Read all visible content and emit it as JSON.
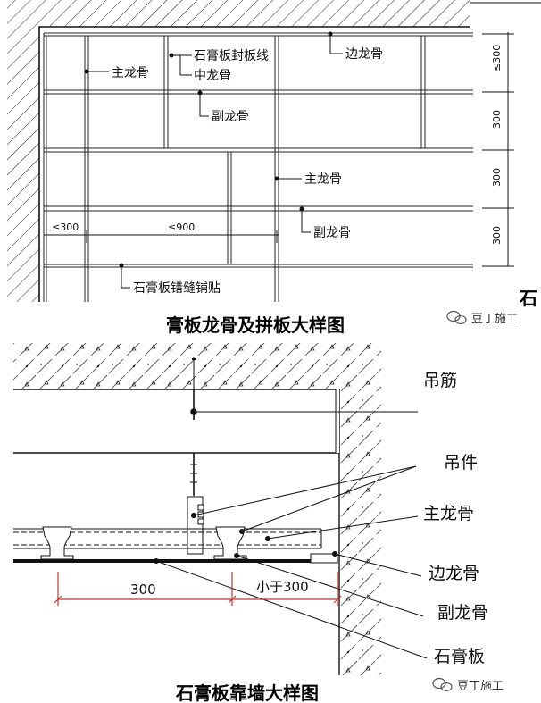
{
  "top_diagram": {
    "title_prefix": "石",
    "title": "膏板龙骨及拼板大样图",
    "labels": {
      "main_keel_left": "主龙骨",
      "seam_line": "石膏板封板线",
      "middle_keel": "中龙骨",
      "edge_keel": "边龙骨",
      "sub_keel_top": "副龙骨",
      "main_keel_right": "主龙骨",
      "sub_keel_right": "副龙骨",
      "staggered": "石膏板错缝铺贴"
    },
    "dims": {
      "left_span": "≤300",
      "mid_span": "≤900",
      "right_top": "≤300",
      "right_2": "300",
      "right_3": "300",
      "right_4": "300"
    }
  },
  "bottom_diagram": {
    "title": "石膏板靠墙大样图",
    "labels": {
      "hanger_bar": "吊筋",
      "hanger": "吊件",
      "main_keel": "主龙骨",
      "edge_keel": "边龙骨",
      "sub_keel": "副龙骨",
      "gypsum_board": "石膏板"
    },
    "dims": {
      "span_left": "300",
      "span_right": "小于300"
    }
  },
  "watermark": {
    "text": "豆丁施工"
  }
}
